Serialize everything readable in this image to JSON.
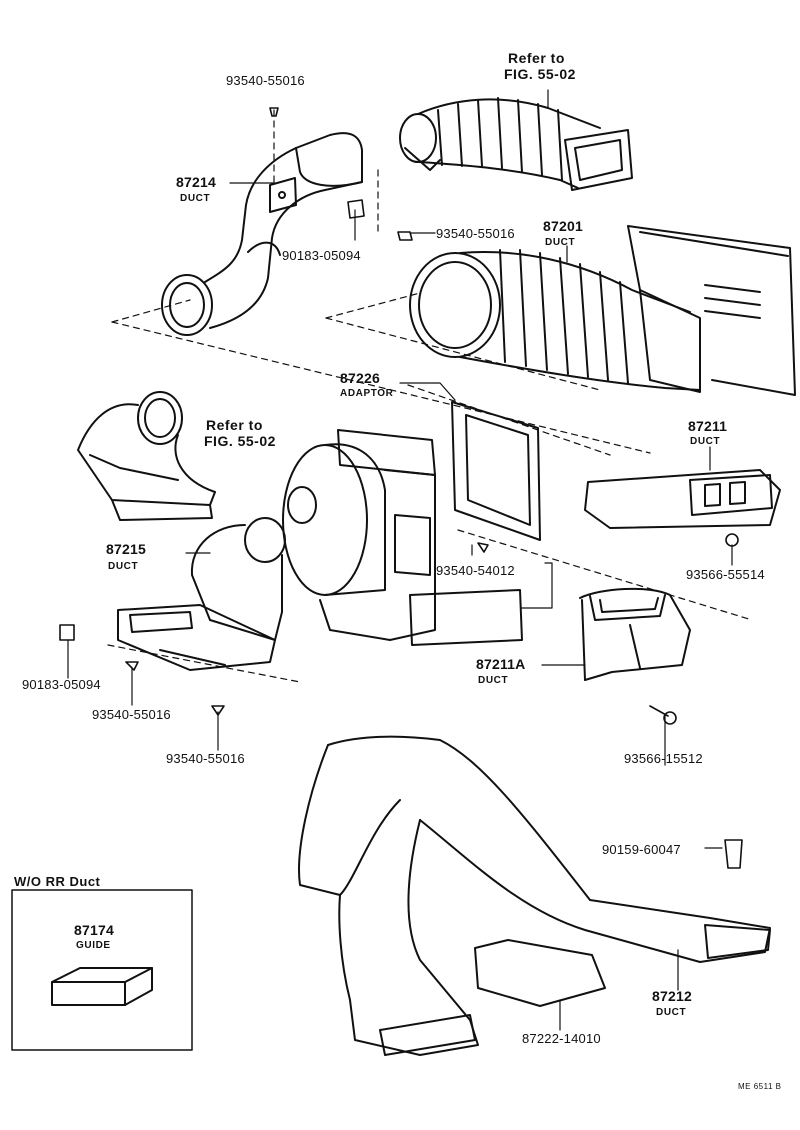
{
  "parts": {
    "p87214": {
      "number": "87214",
      "name": "DUCT"
    },
    "p87201": {
      "number": "87201",
      "name": "DUCT"
    },
    "p87226": {
      "number": "87226",
      "name": "ADAPTOR"
    },
    "p87211": {
      "number": "87211",
      "name": "DUCT"
    },
    "p87215": {
      "number": "87215",
      "name": "DUCT"
    },
    "p87211a": {
      "number": "87211A",
      "name": "DUCT"
    },
    "p87212": {
      "number": "87212",
      "name": "DUCT"
    },
    "p87174": {
      "number": "87174",
      "name": "GUIDE"
    }
  },
  "fasteners": {
    "f1": "93540-55016",
    "f2": "93540-55016",
    "f3": "90183-05094",
    "f4": "93540-54012",
    "f5": "93566-55514",
    "f6": "90183-05094",
    "f7": "93540-55016",
    "f8": "93540-55016",
    "f9": "93566-15512",
    "f10": "90159-60047",
    "f11": "87222-14010"
  },
  "refs": {
    "top": {
      "line1": "Refer to",
      "line2": "FIG. 55-02"
    },
    "left": {
      "line1": "Refer to",
      "line2": "FIG. 55-02"
    }
  },
  "inset": {
    "title": "W/O  RR  Duct"
  },
  "footer": {
    "code": "ME 6511 B"
  }
}
